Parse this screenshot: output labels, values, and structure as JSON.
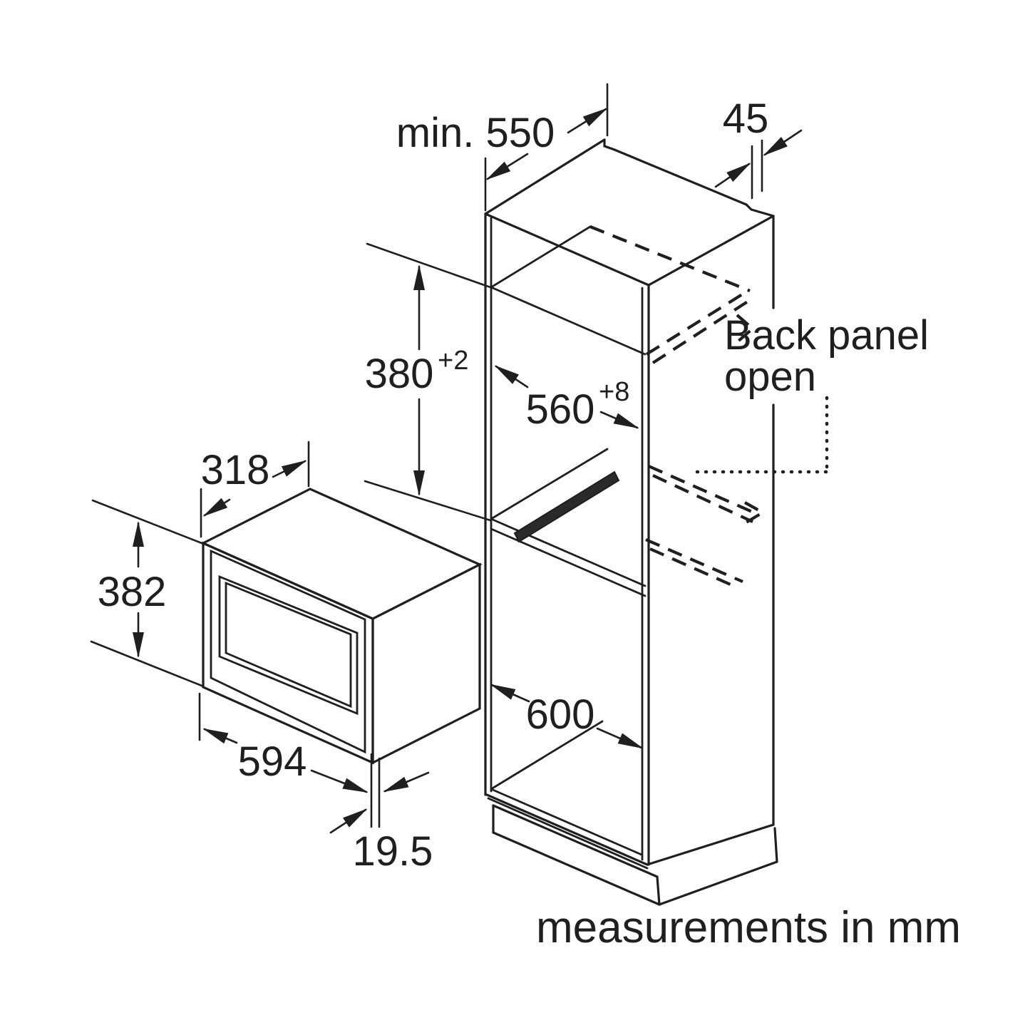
{
  "figure": {
    "unit_note": "measurements in mm",
    "back_panel_note": {
      "line1": "Back panel",
      "line2": "open"
    },
    "dimensions": {
      "cabinet_min_depth": "min. 550",
      "back_panel_recess": "45",
      "niche_height": "380",
      "niche_height_tolerance": "+2",
      "niche_width": "560",
      "niche_width_tolerance": "+8",
      "oven_depth": "318",
      "oven_height": "382",
      "oven_width": "594",
      "front_frame_overhang": "19.5",
      "cabinet_width": "600"
    },
    "colors": {
      "line": "#1f1f1f",
      "background": "#ffffff"
    }
  }
}
